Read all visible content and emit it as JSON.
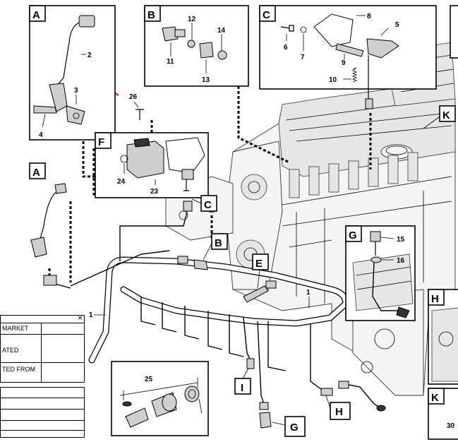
{
  "callout_letters": {
    "A_top": "A",
    "B_top": "B",
    "C_top": "C",
    "F": "F",
    "A_left": "A",
    "K_right": "K",
    "C_mid": "C",
    "B_mid": "B",
    "E": "E",
    "G_box": "G",
    "H_right": "H",
    "I": "I",
    "G_bottom": "G",
    "H_bottom": "H",
    "K_bottom": "K"
  },
  "part_numbers": {
    "n1a": "1",
    "n1b": "1",
    "n2": "2",
    "n3": "3",
    "n4": "4",
    "n5": "5",
    "n6": "6",
    "n7": "7",
    "n8": "8",
    "n9": "9",
    "n10": "10",
    "n11": "11",
    "n12": "12",
    "n13": "13",
    "n14": "14",
    "n15": "15",
    "n16": "16",
    "n23": "23",
    "n24": "24",
    "n25": "25",
    "n26": "26",
    "n30": "30"
  },
  "side_table": {
    "close_symbol": "×",
    "rows": [
      "MARKET",
      "ATED",
      "TED FROM"
    ]
  },
  "colors": {
    "arrow": "#e03030",
    "line": "#000000"
  }
}
